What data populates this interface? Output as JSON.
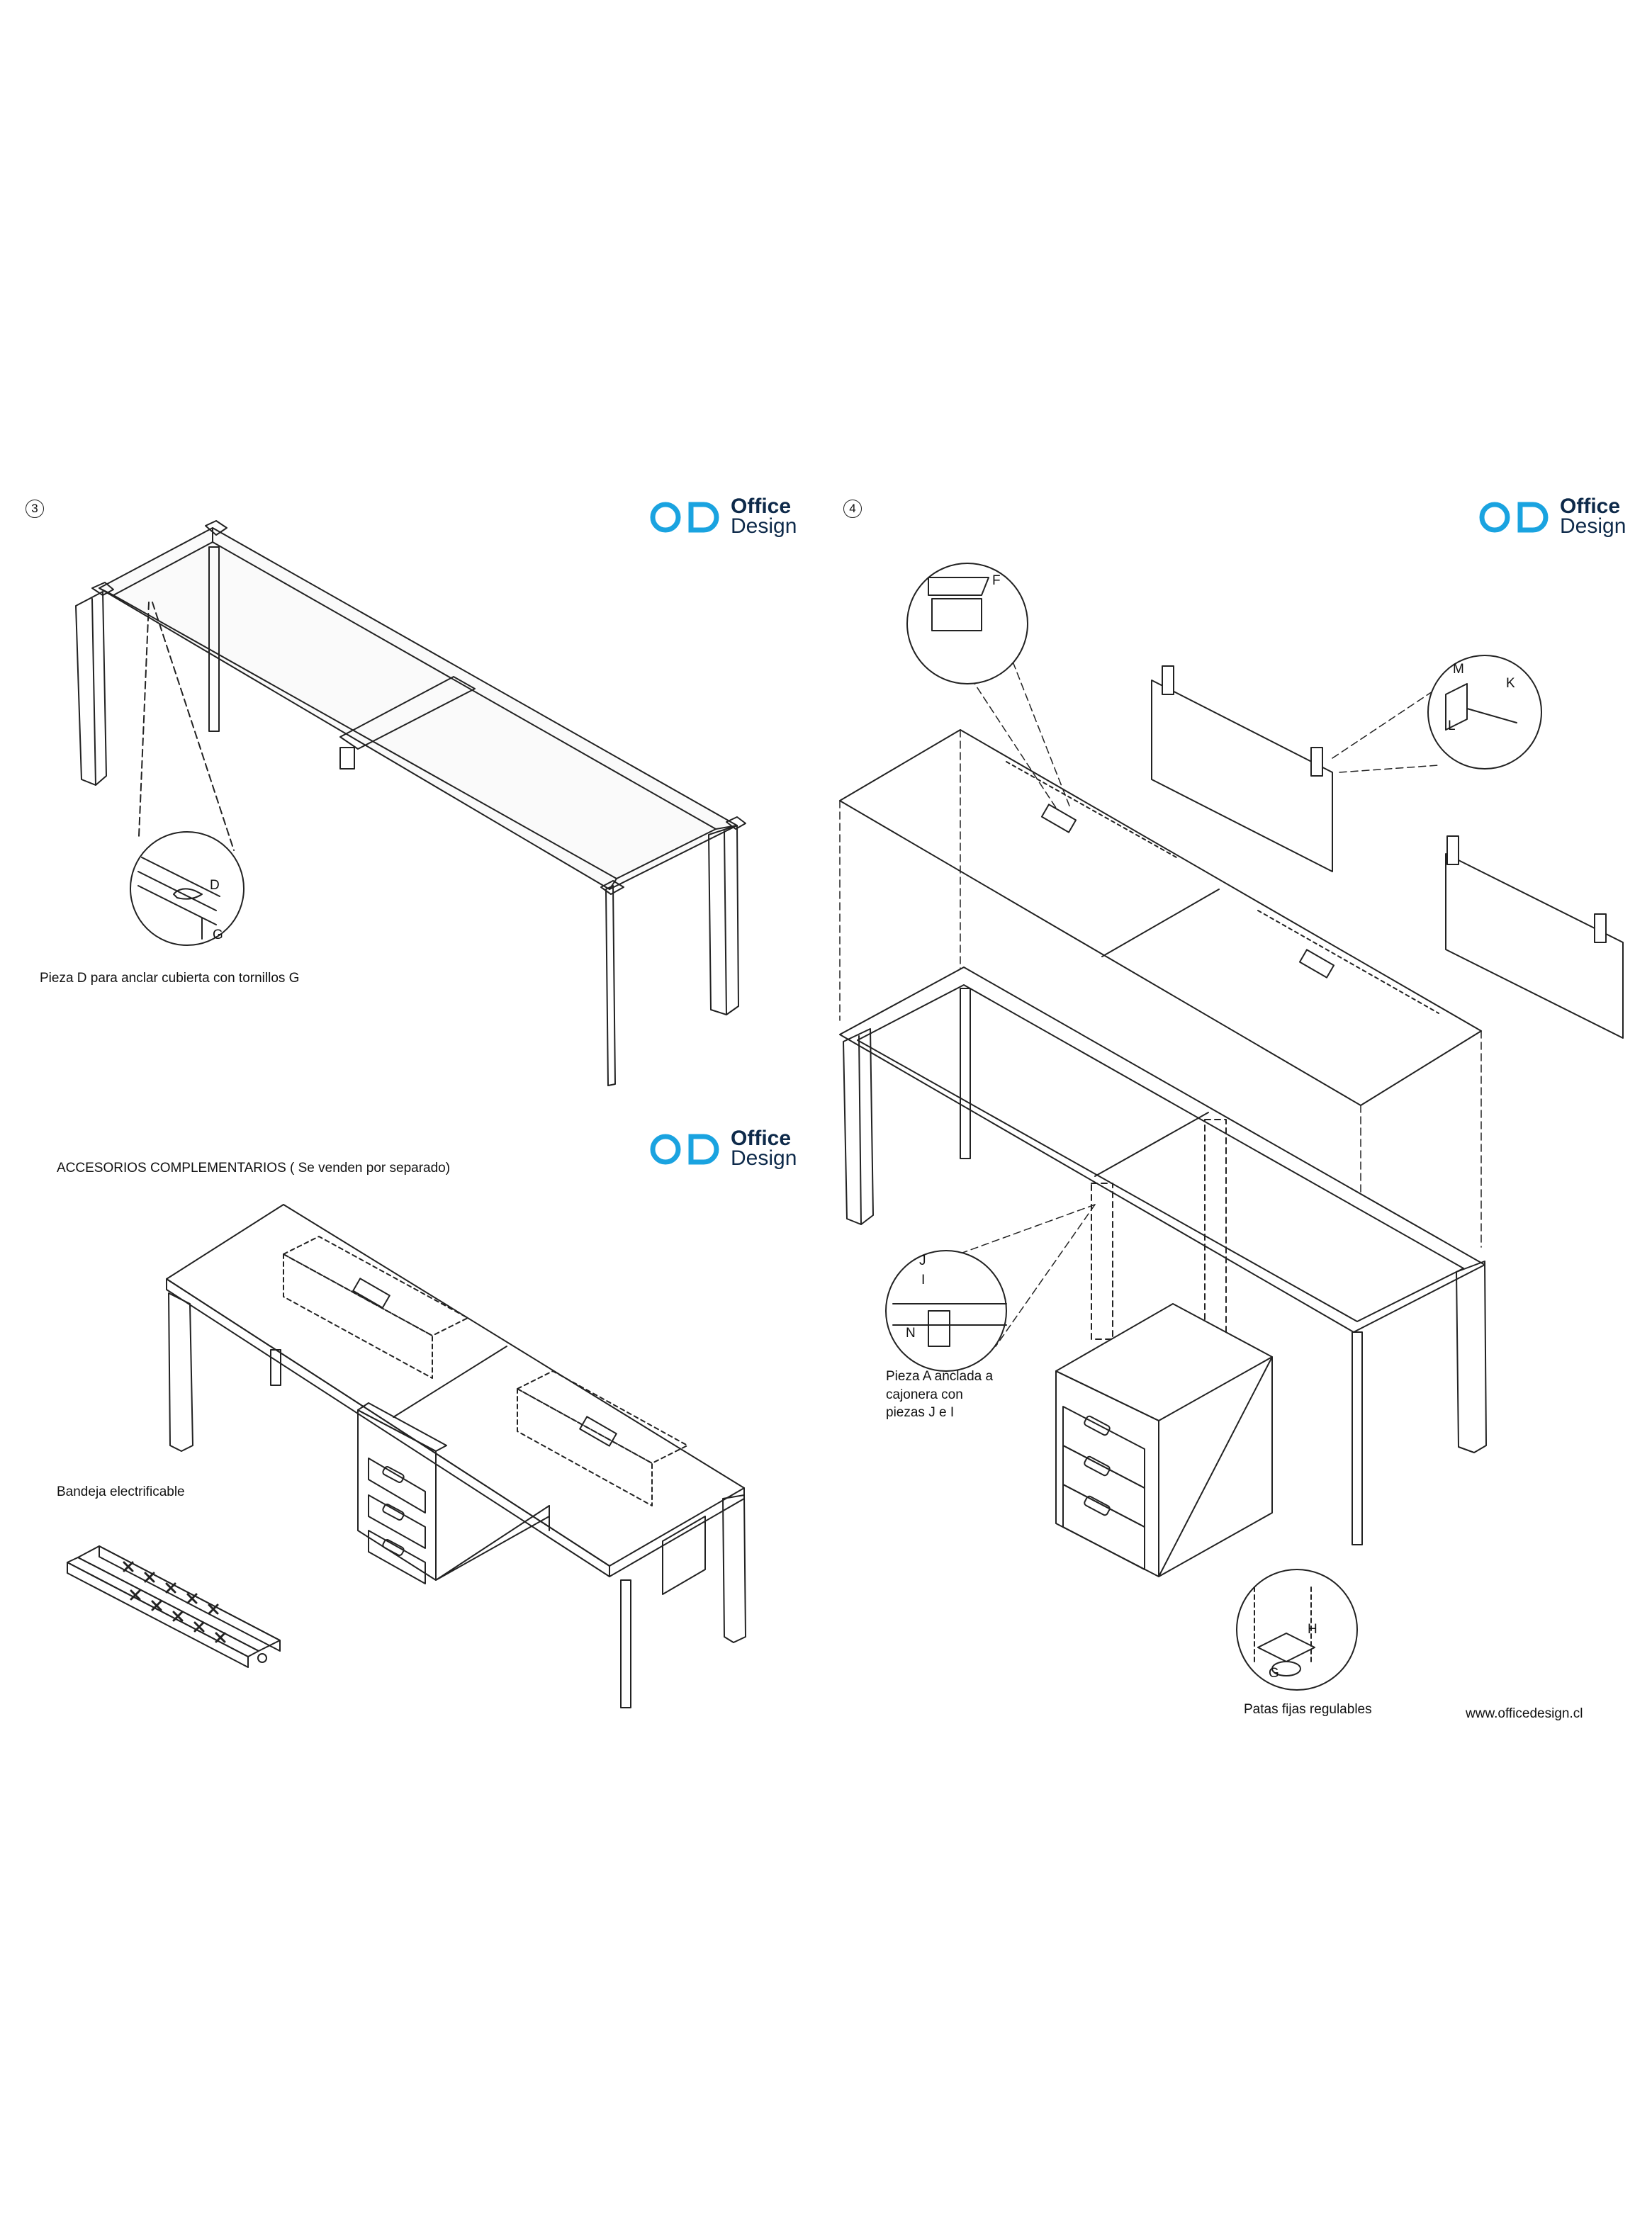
{
  "brand": {
    "word1": "Office",
    "word2": "Design",
    "accent": "#1aa3e0",
    "text_color": "#0e2a4a"
  },
  "steps": [
    {
      "number": "3"
    },
    {
      "number": "4"
    }
  ],
  "step3": {
    "caption": "Pieza D para anclar cubierta con tornillos G",
    "part_d": "D",
    "part_g": "G"
  },
  "accessories": {
    "title": "ACCESORIOS COMPLEMENTARIOS  ( Se venden por separado)",
    "tray_caption": "Bandeja electrificable"
  },
  "step4": {
    "part_f": "F",
    "part_m": "M",
    "part_k": "K",
    "part_l": "L",
    "part_j": "J",
    "part_i": "I",
    "part_n": "N",
    "part_h": "H",
    "part_g": "G",
    "anchor_caption_line1": "Pieza A anclada a",
    "anchor_caption_line2": "cajonera con",
    "anchor_caption_line3": "piezas J e I",
    "feet_caption": "Patas fijas regulables",
    "website": "www.officedesign.cl"
  }
}
